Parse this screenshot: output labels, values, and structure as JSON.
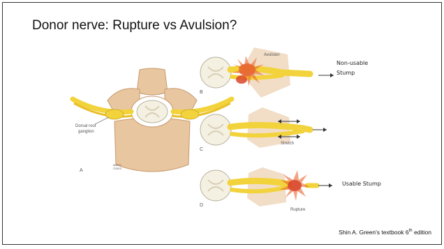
{
  "slide": {
    "title": "Donor nerve: Rupture vs Avulsion?",
    "notes": {
      "non_usable_line1": "Non-usable",
      "non_usable_line2": "Stump",
      "usable": "Usable Stump"
    },
    "citation": {
      "prefix": "Shin A. Green's textbook 6",
      "sup": "th",
      "suffix": " edition"
    }
  },
  "figure": {
    "labels": {
      "dorsal_root_1": "Dorsal root",
      "dorsal_root_2": "ganglion",
      "panel_a": "A",
      "panel_b": "B",
      "panel_c": "C",
      "panel_d": "D",
      "avulsion": "Avulsion",
      "stretch": "Stretch",
      "rupture": "Rupture",
      "mayo_1": "MAYO",
      "mayo_2": "©2003"
    },
    "colors": {
      "bone": "#E8C6A0",
      "bone_edge": "#C79A6E",
      "nerve": "#F2D33C",
      "cord": "#F4F0E2",
      "injury": "#D9452B"
    }
  }
}
